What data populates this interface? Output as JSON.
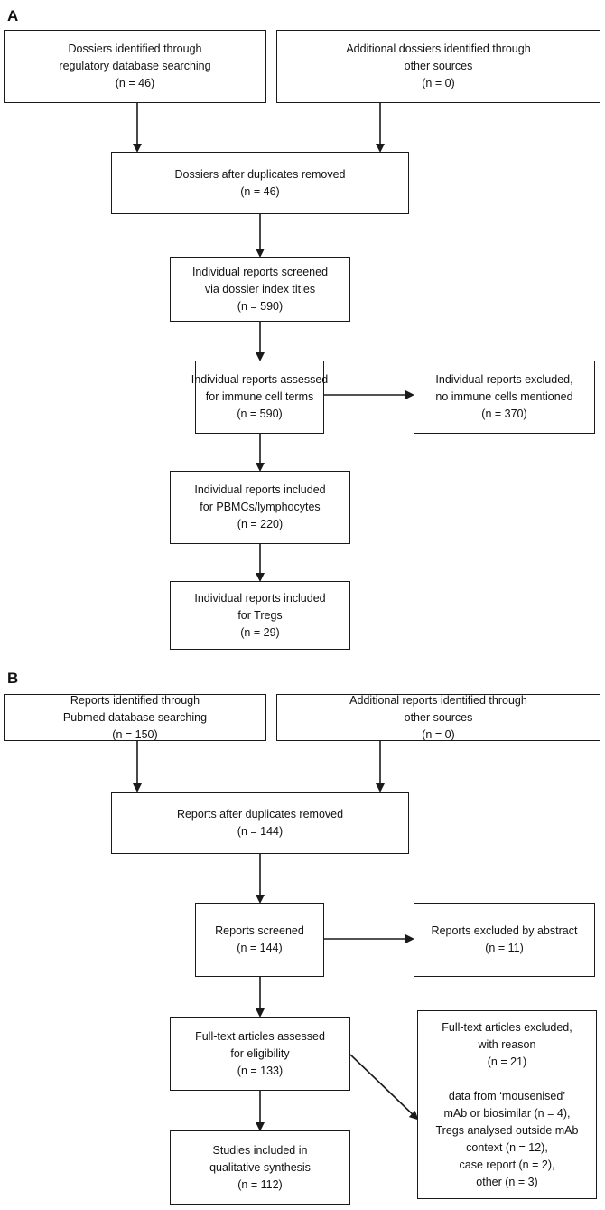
{
  "panel_a": {
    "label": "A",
    "identified": [
      "Dossiers identified through",
      "regulatory database searching",
      "(n = 46)"
    ],
    "additional": [
      "Additional dossiers identified through",
      "other sources",
      "(n = 0)"
    ],
    "after_duplicates": [
      "Dossiers after duplicates removed",
      "(n = 46)"
    ],
    "screened": [
      "Individual reports screened",
      "via dossier index titles",
      "(n = 590)"
    ],
    "assessed": [
      "Individual reports assessed",
      "for immune cell terms",
      "(n = 590)"
    ],
    "excluded": [
      "Individual reports excluded,",
      "no immune cells mentioned",
      "(n = 370)"
    ],
    "included_pbmc": [
      "Individual reports included",
      "for PBMCs/lymphocytes",
      "(n = 220)"
    ],
    "included_tregs": [
      "Individual reports included",
      "for Tregs",
      "(n = 29)"
    ]
  },
  "panel_b": {
    "label": "B",
    "identified": [
      "Reports identified through",
      "Pubmed database searching",
      "(n = 150)"
    ],
    "additional": [
      "Additional reports identified through",
      "other sources",
      "(n = 0)"
    ],
    "after_duplicates": [
      "Reports after duplicates removed",
      "(n = 144)"
    ],
    "screened": [
      "Reports screened",
      "(n = 144)"
    ],
    "excluded_abstract": [
      "Reports excluded by abstract",
      "(n = 11)"
    ],
    "fulltext_assessed": [
      "Full-text articles assessed",
      "for eligibility",
      "(n = 133)"
    ],
    "fulltext_excluded_head": [
      "Full-text articles excluded,",
      "with reason",
      "(n = 21)"
    ],
    "fulltext_excluded_reasons": [
      "data from ‘mousenised’",
      "mAb or biosimilar (n = 4),",
      "Tregs analysed outside mAb",
      "context (n = 12),",
      "case report (n = 2),",
      "other (n = 3)"
    ],
    "included_synthesis": [
      "Studies included in",
      "qualitative synthesis",
      "(n = 112)"
    ]
  },
  "colors": {
    "stroke": "#1a1a1a",
    "background": "#ffffff"
  }
}
